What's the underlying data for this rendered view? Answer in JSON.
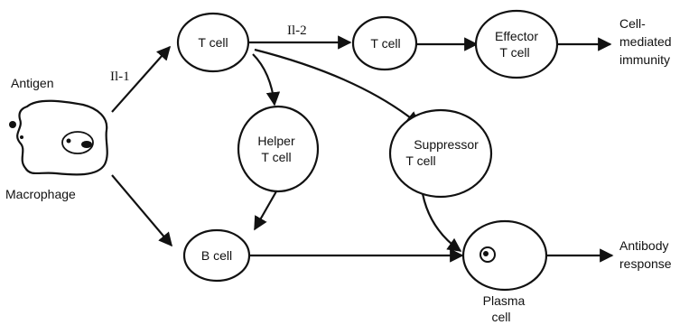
{
  "labels": {
    "antigen": "Antigen",
    "macrophage": "Macrophage",
    "il1": "Il-1",
    "il2": "Il-2",
    "t_cell_1": "T cell",
    "t_cell_2": "T cell",
    "effector_1": "Effector",
    "effector_2": "T cell",
    "cmi_1": "Cell-",
    "cmi_2": "mediated",
    "cmi_3": "immunity",
    "helper_1": "Helper",
    "helper_2": "T cell",
    "suppressor_1": "Suppressor",
    "suppressor_2": "T cell",
    "b_cell": "B cell",
    "plasma_1": "Plasma",
    "plasma_2": "cell",
    "antibody_1": "Antibody",
    "antibody_2": "response"
  },
  "colors": {
    "ink": "#111111",
    "background": "#ffffff"
  }
}
